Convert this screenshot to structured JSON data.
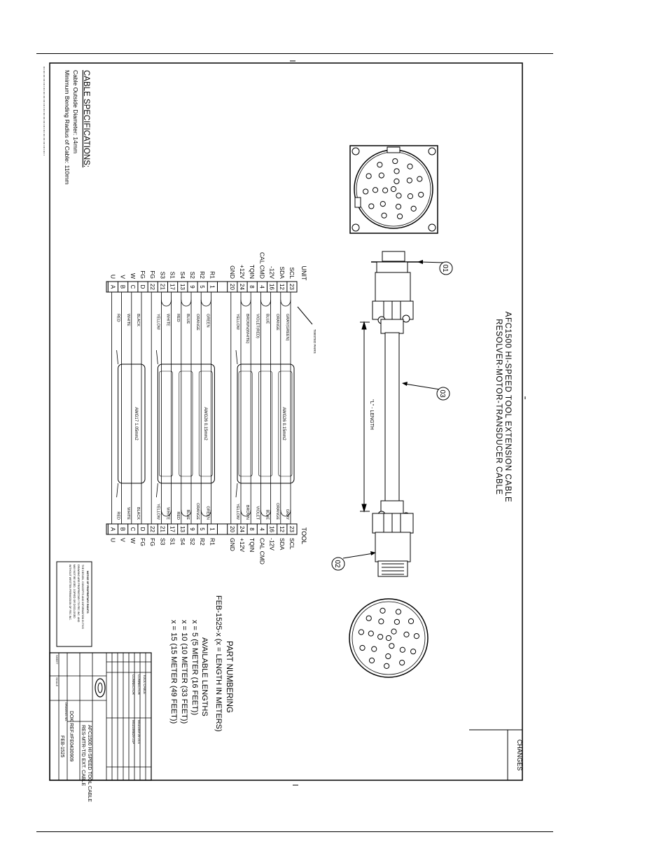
{
  "title": {
    "line1": "AFC1500 HI-SPEED TOOL EXTENSION CABLE",
    "line2": "RESOLVER-MOTOR-TRANSDUCER CABLE"
  },
  "changes_label": "CHANGES",
  "callouts": {
    "c1": "01",
    "c2": "02",
    "c3": "03"
  },
  "length_label": "\"L\" - LENGTH",
  "twisted_pairs_label": "TWISTED PAIRS",
  "awg_labels": {
    "a1": "AWG26 0.15mm2",
    "a2": "AWG26 0.15mm2",
    "a3": "AWG17 1.05mm2"
  },
  "unit_label": "UNIT",
  "tool_label": "TOOL",
  "unit_rows": [
    {
      "sig": "SCL",
      "pin": "23",
      "color": "GRAY(GREEN)"
    },
    {
      "sig": "SDA",
      "pin": "12",
      "color": "ORANGE"
    },
    {
      "sig": "-12V",
      "pin": "16",
      "color": "BLUE"
    },
    {
      "sig": "CAL CMD",
      "pin": "4",
      "color": "VIOLET(RED)"
    },
    {
      "sig": "TQIN",
      "pin": "8",
      "color": "BROWN(WHITE)"
    },
    {
      "sig": "+12V",
      "pin": "24",
      "color": "YELLOW"
    },
    {
      "sig": "GND",
      "pin": "20",
      "color": ""
    },
    {
      "sig": "",
      "pin": "",
      "color": ""
    },
    {
      "sig": "R1",
      "pin": "1",
      "color": "GREEN"
    },
    {
      "sig": "R2",
      "pin": "5",
      "color": "ORANGE"
    },
    {
      "sig": "S2",
      "pin": "9",
      "color": "BLUE"
    },
    {
      "sig": "S4",
      "pin": "13",
      "color": "RED"
    },
    {
      "sig": "S1",
      "pin": "17",
      "color": "WHITE"
    },
    {
      "sig": "S3",
      "pin": "21",
      "color": "YELLOW"
    },
    {
      "sig": "FG",
      "pin": "22",
      "color": ""
    },
    {
      "sig": "FG",
      "pin": "D",
      "color": "BLACK"
    },
    {
      "sig": "W",
      "pin": "C",
      "color": "WHITE"
    },
    {
      "sig": "V",
      "pin": "B",
      "color": "RED"
    },
    {
      "sig": "U",
      "pin": "A",
      "color": ""
    }
  ],
  "tool_rows": [
    {
      "sig": "SCL",
      "pin": "23",
      "color": "GRAY"
    },
    {
      "sig": "SDA",
      "pin": "12",
      "color": "ORANGE"
    },
    {
      "sig": "-12V",
      "pin": "16",
      "color": "BLUE"
    },
    {
      "sig": "CAL CMD",
      "pin": "4",
      "color": "VIOLET"
    },
    {
      "sig": "TQIN",
      "pin": "8",
      "color": "BROWN"
    },
    {
      "sig": "+12V",
      "pin": "24",
      "color": "YELLOW"
    },
    {
      "sig": "GND",
      "pin": "20",
      "color": ""
    },
    {
      "sig": "",
      "pin": "",
      "color": ""
    },
    {
      "sig": "R1",
      "pin": "1",
      "color": "GREEN"
    },
    {
      "sig": "R2",
      "pin": "5",
      "color": "ORANGE"
    },
    {
      "sig": "S2",
      "pin": "9",
      "color": "BLUE"
    },
    {
      "sig": "S4",
      "pin": "13",
      "color": "RED"
    },
    {
      "sig": "S1",
      "pin": "17",
      "color": "WHITE"
    },
    {
      "sig": "S3",
      "pin": "21",
      "color": "YELLOW"
    },
    {
      "sig": "FG",
      "pin": "22",
      "color": ""
    },
    {
      "sig": "FG",
      "pin": "D",
      "color": "BLACK"
    },
    {
      "sig": "W",
      "pin": "C",
      "color": "WHITE"
    },
    {
      "sig": "V",
      "pin": "B",
      "color": "RED"
    },
    {
      "sig": "U",
      "pin": "A",
      "color": ""
    }
  ],
  "spec": {
    "heading": "CABLE SPECIFICATIONS:",
    "line1": "Cable Outside Diameter:  14mm",
    "line2": "Minimum Bending Radius of Cable:  110mm"
  },
  "part_numbering": {
    "heading": "PART NUMBERING",
    "format": "FEB-1525-x  (x = LENGTH IN METERS)",
    "avail": "AVAILABLE LENGTHS",
    "l1": "x = 5  (5 METER (16 FEET))",
    "l2": "x = 10  (10 METER (33 FEET))",
    "l3": "x = 15  (15 METER (49 FEET))"
  },
  "notice": {
    "l1": "NOTICE OF PROPRIETARY RIGHTS",
    "l2": "THE DESIGN, CONCEPTS AND INFORMATION IN THIS",
    "l3": "DRAWING ARE PROPRIETARY TO FEC INC. AND",
    "l4": "MAY NOT BE USED, COPIED OR DISCLOSED",
    "l5": "WITHOUT WRITTEN PERMISSION OF FEC INC."
  },
  "title_block": {
    "title": "AFC1500 HI-SPEED TOOL CABLE",
    "subtitle": "RES-MTR-T/D EXT. CABLE",
    "docref": "DOK REF.#FE0430909",
    "dwg_no_label": "DRAWING NO.",
    "dwg_no": "FEB-1525",
    "sheet_label": "SHEET",
    "scale_label": "SCALE",
    "bom1": "TOOL CABLE",
    "bom2": "CONNECTOR",
    "bom3": "CONNECTOR",
    "pn1": "MS3106F28-21S",
    "pn2": "MS3108B28-21P"
  },
  "colors": {
    "line": "#000000",
    "background": "#ffffff"
  }
}
